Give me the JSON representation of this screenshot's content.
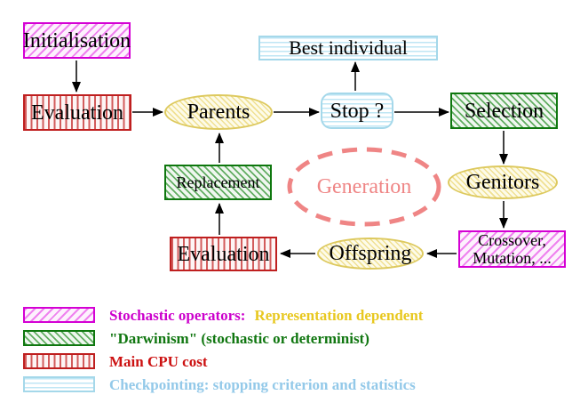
{
  "nodes": {
    "initialisation": {
      "label": "Initialisation"
    },
    "evaluation_top": {
      "label": "Evaluation"
    },
    "parents": {
      "label": "Parents"
    },
    "best_individual": {
      "label": "Best individual"
    },
    "stop": {
      "label": "Stop ?"
    },
    "selection": {
      "label": "Selection"
    },
    "replacement": {
      "label": "Replacement"
    },
    "generation": {
      "label": "Generation"
    },
    "genitors": {
      "label": "Genitors"
    },
    "evaluation_bottom": {
      "label": "Evaluation"
    },
    "offspring": {
      "label": "Offspring"
    },
    "crossover_mutation": {
      "line1": "Crossover,",
      "line2": "Mutation, ..."
    }
  },
  "legend": {
    "items": [
      {
        "label": "Stochastic operators:",
        "label_secondary": "Representation dependent"
      },
      {
        "label": "\"Darwinism\" (stochastic or determinist)",
        "label_secondary": ""
      },
      {
        "label": "Main CPU cost",
        "label_secondary": ""
      },
      {
        "label": "Checkpointing: stopping criterion and statistics",
        "label_secondary": ""
      }
    ]
  },
  "colors": {
    "magenta": "#d400d4",
    "red": "#bf1f1f",
    "yellow": "#ddc95e",
    "green": "#0e770e",
    "cyan": "#a5d8ea",
    "salmon": "#ef8585",
    "legend_magenta_text": "#cc00cc",
    "legend_gold_text": "#e8c820",
    "legend_green_text": "#117711",
    "legend_red_text": "#cc1111",
    "legend_blue_text": "#93c9e9",
    "arrow": "#000000"
  }
}
